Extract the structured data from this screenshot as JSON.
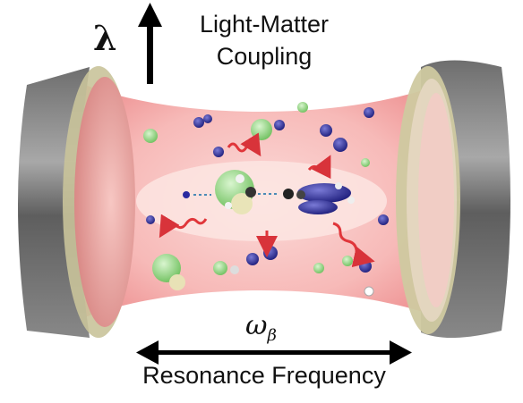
{
  "diagram": {
    "lambda_symbol": "λ",
    "coupling_label_line1": "Light-Matter",
    "coupling_label_line2": "Coupling",
    "omega_symbol": "ω",
    "omega_subscript": "β",
    "resonance_label": "Resonance Frequency"
  },
  "colors": {
    "cavity_glow": "#f3a6a6",
    "mirror_metal": "#8a8a8a",
    "photon_wave": "#e0363a",
    "orbital_green": "#8ed67e",
    "orbital_blue": "#2a2a9a"
  }
}
